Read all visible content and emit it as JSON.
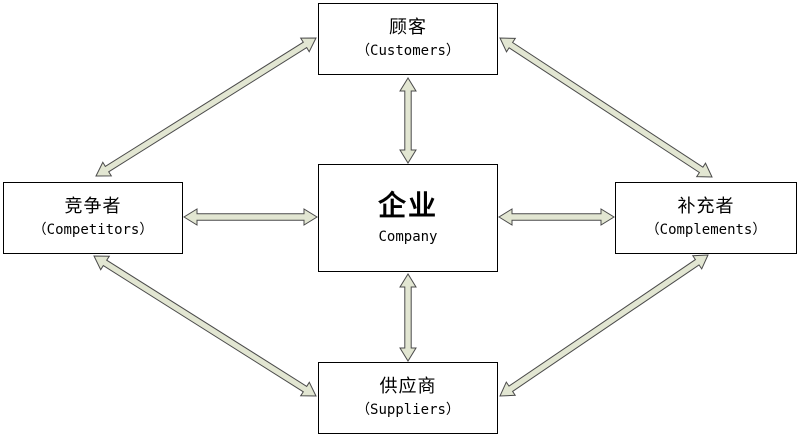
{
  "nodes": {
    "customers": {
      "zh": "顾客",
      "en": "（Customers）"
    },
    "competitors": {
      "zh": "竞争者",
      "en": "（Competitors）"
    },
    "company": {
      "zh": "企业",
      "en": "Company"
    },
    "complements": {
      "zh": "补充者",
      "en": "（Complements）"
    },
    "suppliers": {
      "zh": "供应商",
      "en": "（Suppliers）"
    }
  },
  "colors": {
    "arrow_fill": "#e2e6d2",
    "arrow_stroke": "#4a4a4a",
    "box_border": "#000000"
  }
}
